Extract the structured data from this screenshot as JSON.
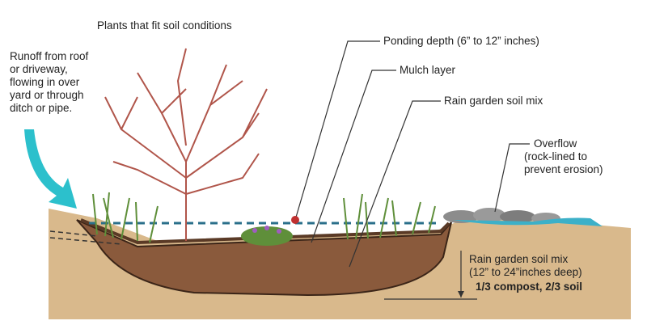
{
  "labels": {
    "plants": "Plants that fit soil conditions",
    "runoff": [
      "Runoff from roof",
      "or driveway,",
      "flowing in over",
      "yard or through",
      "ditch or pipe."
    ],
    "ponding": "Ponding depth (6” to 12” inches)",
    "mulch": "Mulch layer",
    "soil_mix": "Rain garden soil mix",
    "overflow": [
      "Overflow",
      "(rock-lined to",
      "prevent erosion)"
    ],
    "depth": [
      "Rain garden soil mix",
      "(12” to 24”inches deep)"
    ],
    "ratio": "1/3 compost, 2/3 soil"
  },
  "colors": {
    "ground": "#d9b98c",
    "basin": "#8a5a3c",
    "water": "#2a6f8a",
    "arrow": "#2cc0cc",
    "tree": "#b0554a"
  }
}
